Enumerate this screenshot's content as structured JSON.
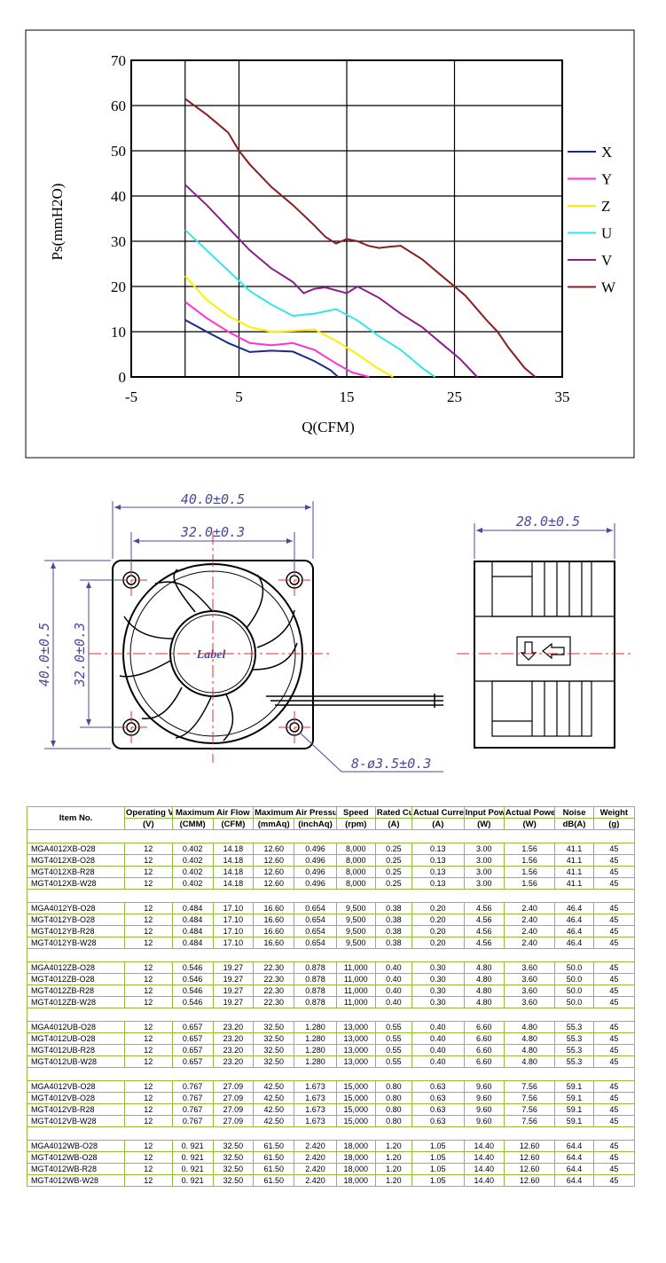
{
  "chart_data": {
    "type": "line",
    "xlabel": "Q(CFM)",
    "ylabel": "Ps(mmH2O)",
    "xlim": [
      -5,
      35
    ],
    "ylim": [
      0,
      70
    ],
    "x_ticks": [
      "-5",
      "5",
      "15",
      "25",
      "35"
    ],
    "y_ticks": [
      "0",
      "10",
      "20",
      "30",
      "40",
      "50",
      "60",
      "70"
    ],
    "grid": true,
    "legend_position": "right",
    "series": [
      {
        "name": "X",
        "color": "#1a2a8a",
        "points": [
          [
            0,
            12.6
          ],
          [
            2,
            10
          ],
          [
            4,
            7.5
          ],
          [
            6,
            5.5
          ],
          [
            8,
            5.8
          ],
          [
            10,
            5.6
          ],
          [
            12,
            3.5
          ],
          [
            13.5,
            1.5
          ],
          [
            14.2,
            0
          ]
        ]
      },
      {
        "name": "Y",
        "color": "#ff33cc",
        "points": [
          [
            0,
            16.6
          ],
          [
            2,
            13
          ],
          [
            4,
            10
          ],
          [
            6,
            7.5
          ],
          [
            8,
            7
          ],
          [
            10,
            7.5
          ],
          [
            12,
            6
          ],
          [
            14,
            3
          ],
          [
            15.5,
            1
          ],
          [
            17.1,
            0
          ]
        ]
      },
      {
        "name": "Z",
        "color": "#ffee00",
        "points": [
          [
            0,
            22.3
          ],
          [
            2,
            17
          ],
          [
            4,
            13.5
          ],
          [
            6,
            11
          ],
          [
            8,
            10
          ],
          [
            10,
            10.2
          ],
          [
            12,
            10.5
          ],
          [
            14,
            8
          ],
          [
            16,
            5
          ],
          [
            17.8,
            2
          ],
          [
            19.3,
            0
          ]
        ]
      },
      {
        "name": "U",
        "color": "#33e5e5",
        "points": [
          [
            0,
            32.5
          ],
          [
            2,
            28
          ],
          [
            4,
            23.5
          ],
          [
            6,
            19
          ],
          [
            8,
            16
          ],
          [
            10,
            13.5
          ],
          [
            12,
            14
          ],
          [
            14,
            15
          ],
          [
            16,
            12.5
          ],
          [
            18,
            9
          ],
          [
            20,
            6
          ],
          [
            22,
            2
          ],
          [
            23.2,
            0
          ]
        ]
      },
      {
        "name": "V",
        "color": "#8a1e8a",
        "points": [
          [
            0,
            42.5
          ],
          [
            2,
            38
          ],
          [
            4,
            33
          ],
          [
            6,
            28
          ],
          [
            8,
            24
          ],
          [
            10,
            21
          ],
          [
            11,
            18.5
          ],
          [
            12,
            19.5
          ],
          [
            13,
            19.8
          ],
          [
            15,
            18.5
          ],
          [
            16,
            20
          ],
          [
            18,
            17.5
          ],
          [
            20,
            14
          ],
          [
            22,
            11
          ],
          [
            24,
            7
          ],
          [
            25.5,
            4
          ],
          [
            27.1,
            0
          ]
        ]
      },
      {
        "name": "W",
        "color": "#8a1e1e",
        "points": [
          [
            0,
            61.5
          ],
          [
            2,
            58
          ],
          [
            4,
            54
          ],
          [
            5,
            50
          ],
          [
            6,
            47
          ],
          [
            8,
            42
          ],
          [
            10,
            38
          ],
          [
            12,
            33.5
          ],
          [
            13,
            31
          ],
          [
            14,
            29.5
          ],
          [
            15,
            30.5
          ],
          [
            16,
            30
          ],
          [
            17,
            29
          ],
          [
            18,
            28.5
          ],
          [
            19,
            28.8
          ],
          [
            20,
            29
          ],
          [
            22,
            26
          ],
          [
            24,
            22
          ],
          [
            26,
            18
          ],
          [
            28,
            12.5
          ],
          [
            29,
            10
          ],
          [
            30,
            6.5
          ],
          [
            31.5,
            2
          ],
          [
            32.5,
            0
          ]
        ]
      }
    ]
  },
  "drawing": {
    "front_width_dim": "40.0±0.5",
    "front_hole_dim": "32.0±0.3",
    "front_height_dim": "40.0±0.5",
    "front_hole_height_dim": "32.0±0.3",
    "label_text": "Label",
    "hole_callout": "8-ø3.5±0.3",
    "side_depth_dim": "28.0±0.5"
  },
  "table": {
    "headers": [
      "Item No.",
      "Operating Voltage",
      "Maximum Air Flow",
      "Maximum Air Pressure",
      "Speed",
      "Rated Current",
      "Actual Current",
      "Input Power",
      "Actual Power",
      "Noise",
      "Weight"
    ],
    "units": [
      "(V)",
      "(CMM)",
      "(CFM)",
      "(mmAq)",
      "(inchAq)",
      "(rpm)",
      "(A)",
      "(A)",
      "(W)",
      "(W)",
      "dB(A)",
      "(g)"
    ],
    "groups": [
      [
        [
          "MGA4012XB-O28",
          "12",
          "0.402",
          "14.18",
          "12.60",
          "0.496",
          "8,000",
          "0.25",
          "0.13",
          "3.00",
          "1.56",
          "41.1",
          "45"
        ],
        [
          "MGT4012XB-O28",
          "12",
          "0.402",
          "14.18",
          "12.60",
          "0.496",
          "8,000",
          "0.25",
          "0.13",
          "3.00",
          "1.56",
          "41.1",
          "45"
        ],
        [
          "MGT4012XB-R28",
          "12",
          "0.402",
          "14.18",
          "12.60",
          "0.496",
          "8,000",
          "0.25",
          "0.13",
          "3.00",
          "1.56",
          "41.1",
          "45"
        ],
        [
          "MGT4012XB-W28",
          "12",
          "0.402",
          "14.18",
          "12.60",
          "0.496",
          "8,000",
          "0.25",
          "0.13",
          "3.00",
          "1.56",
          "41.1",
          "45"
        ]
      ],
      [
        [
          "MGA4012YB-O28",
          "12",
          "0.484",
          "17.10",
          "16.60",
          "0.654",
          "9,500",
          "0.38",
          "0.20",
          "4.56",
          "2.40",
          "46.4",
          "45"
        ],
        [
          "MGT4012YB-O28",
          "12",
          "0.484",
          "17.10",
          "16.60",
          "0.654",
          "9,500",
          "0.38",
          "0.20",
          "4.56",
          "2.40",
          "46.4",
          "45"
        ],
        [
          "MGT4012YB-R28",
          "12",
          "0.484",
          "17.10",
          "16.60",
          "0.654",
          "9,500",
          "0.38",
          "0.20",
          "4.56",
          "2.40",
          "46.4",
          "45"
        ],
        [
          "MGT4012YB-W28",
          "12",
          "0.484",
          "17.10",
          "16.60",
          "0.654",
          "9,500",
          "0.38",
          "0.20",
          "4.56",
          "2.40",
          "46.4",
          "45"
        ]
      ],
      [
        [
          "MGA4012ZB-O28",
          "12",
          "0.546",
          "19.27",
          "22.30",
          "0.878",
          "11,000",
          "0.40",
          "0.30",
          "4.80",
          "3.60",
          "50.0",
          "45"
        ],
        [
          "MGT4012ZB-O28",
          "12",
          "0.546",
          "19.27",
          "22.30",
          "0.878",
          "11,000",
          "0.40",
          "0.30",
          "4.80",
          "3.60",
          "50.0",
          "45"
        ],
        [
          "MGT4012ZB-R28",
          "12",
          "0.546",
          "19.27",
          "22.30",
          "0.878",
          "11,000",
          "0.40",
          "0.30",
          "4.80",
          "3.60",
          "50.0",
          "45"
        ],
        [
          "MGT4012ZB-W28",
          "12",
          "0.546",
          "19.27",
          "22.30",
          "0.878",
          "11,000",
          "0.40",
          "0.30",
          "4.80",
          "3.60",
          "50.0",
          "45"
        ]
      ],
      [
        [
          "MGA4012UB-O28",
          "12",
          "0.657",
          "23.20",
          "32.50",
          "1.280",
          "13,000",
          "0.55",
          "0.40",
          "6.60",
          "4.80",
          "55.3",
          "45"
        ],
        [
          "MGT4012UB-O28",
          "12",
          "0.657",
          "23.20",
          "32.50",
          "1.280",
          "13,000",
          "0.55",
          "0.40",
          "6.60",
          "4.80",
          "55.3",
          "45"
        ],
        [
          "MGT4012UB-R28",
          "12",
          "0.657",
          "23.20",
          "32.50",
          "1.280",
          "13,000",
          "0.55",
          "0.40",
          "6.60",
          "4.80",
          "55.3",
          "45"
        ],
        [
          "MGT4012UB-W28",
          "12",
          "0.657",
          "23.20",
          "32.50",
          "1.280",
          "13,000",
          "0.55",
          "0.40",
          "6.60",
          "4.80",
          "55.3",
          "45"
        ]
      ],
      [
        [
          "MGA4012VB-O28",
          "12",
          "0.767",
          "27.09",
          "42.50",
          "1.673",
          "15,000",
          "0.80",
          "0.63",
          "9.60",
          "7.56",
          "59.1",
          "45"
        ],
        [
          "MGT4012VB-O28",
          "12",
          "0.767",
          "27.09",
          "42.50",
          "1.673",
          "15,000",
          "0.80",
          "0.63",
          "9.60",
          "7.56",
          "59.1",
          "45"
        ],
        [
          "MGT4012VB-R28",
          "12",
          "0.767",
          "27.09",
          "42.50",
          "1.673",
          "15,000",
          "0.80",
          "0.63",
          "9.60",
          "7.56",
          "59.1",
          "45"
        ],
        [
          "MGT4012VB-W28",
          "12",
          "0.767",
          "27.09",
          "42.50",
          "1.673",
          "15,000",
          "0.80",
          "0.63",
          "9.60",
          "7.56",
          "59.1",
          "45"
        ]
      ],
      [
        [
          "MGA4012WB-O28",
          "12",
          "0. 921",
          "32.50",
          "61.50",
          "2.420",
          "18,000",
          "1.20",
          "1.05",
          "14.40",
          "12.60",
          "64.4",
          "45"
        ],
        [
          "MGT4012WB-O28",
          "12",
          "0. 921",
          "32.50",
          "61.50",
          "2.420",
          "18,000",
          "1.20",
          "1.05",
          "14.40",
          "12.60",
          "64.4",
          "45"
        ],
        [
          "MGT4012WB-R28",
          "12",
          "0. 921",
          "32.50",
          "61.50",
          "2.420",
          "18,000",
          "1.20",
          "1.05",
          "14.40",
          "12.60",
          "64.4",
          "45"
        ],
        [
          "MGT4012WB-W28",
          "12",
          "0. 921",
          "32.50",
          "61.50",
          "2.420",
          "18,000",
          "1.20",
          "1.05",
          "14.40",
          "12.60",
          "64.4",
          "45"
        ]
      ]
    ]
  }
}
